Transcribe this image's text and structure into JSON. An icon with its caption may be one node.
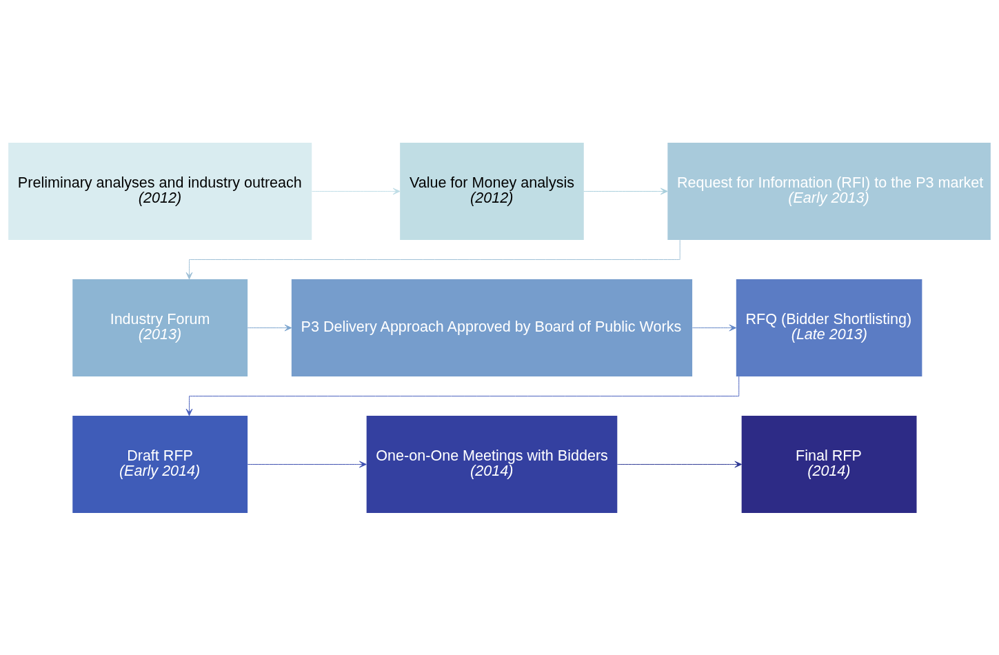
{
  "diagram": {
    "nodes": [
      {
        "text": [
          "Preliminary analyses and industry outreach",
          "(2012)"
        ]
      },
      {
        "text": [
          "Value for Money analysis",
          "(2012)"
        ]
      },
      {
        "text": [
          "Request for Information (RFI) to the P3 market",
          "(Early 2013)"
        ]
      },
      {
        "text": [
          "Industry Forum",
          "(2013)"
        ]
      },
      {
        "text": [
          "P3 Delivery Approach Approved by Board of Public Works"
        ]
      },
      {
        "text": [
          "RFQ (Bidder Shortlisting)",
          "(Late 2013)"
        ]
      },
      {
        "text": [
          "Draft RFP",
          "(Early 2014)"
        ]
      },
      {
        "text": [
          "One-on-One Meetings with Bidders",
          "(2014)"
        ]
      },
      {
        "text": [
          "Final RFP",
          "(2014)"
        ]
      }
    ],
    "edges": [
      {
        "from": 0,
        "to": 1,
        "arrow": "to",
        "color": "#bfdde6"
      },
      {
        "from": 1,
        "to": 2,
        "arrow": "to",
        "color": "#a9cfdc"
      },
      {
        "from": 2,
        "to": 3,
        "arrow": "to",
        "color": "#9ebfd6"
      },
      {
        "from": 3,
        "to": 4,
        "arrow": "to",
        "color": "#7ea6cf"
      },
      {
        "from": 4,
        "to": 5,
        "arrow": "to",
        "color": "#6488c8"
      },
      {
        "from": 5,
        "to": 6,
        "arrow": "to",
        "color": "#4a60bd"
      },
      {
        "from": 6,
        "to": 7,
        "arrow": "to",
        "color": "#3d4fb0"
      },
      {
        "from": 7,
        "to": 8,
        "arrow": "to",
        "color": "#2f3a96"
      }
    ]
  }
}
